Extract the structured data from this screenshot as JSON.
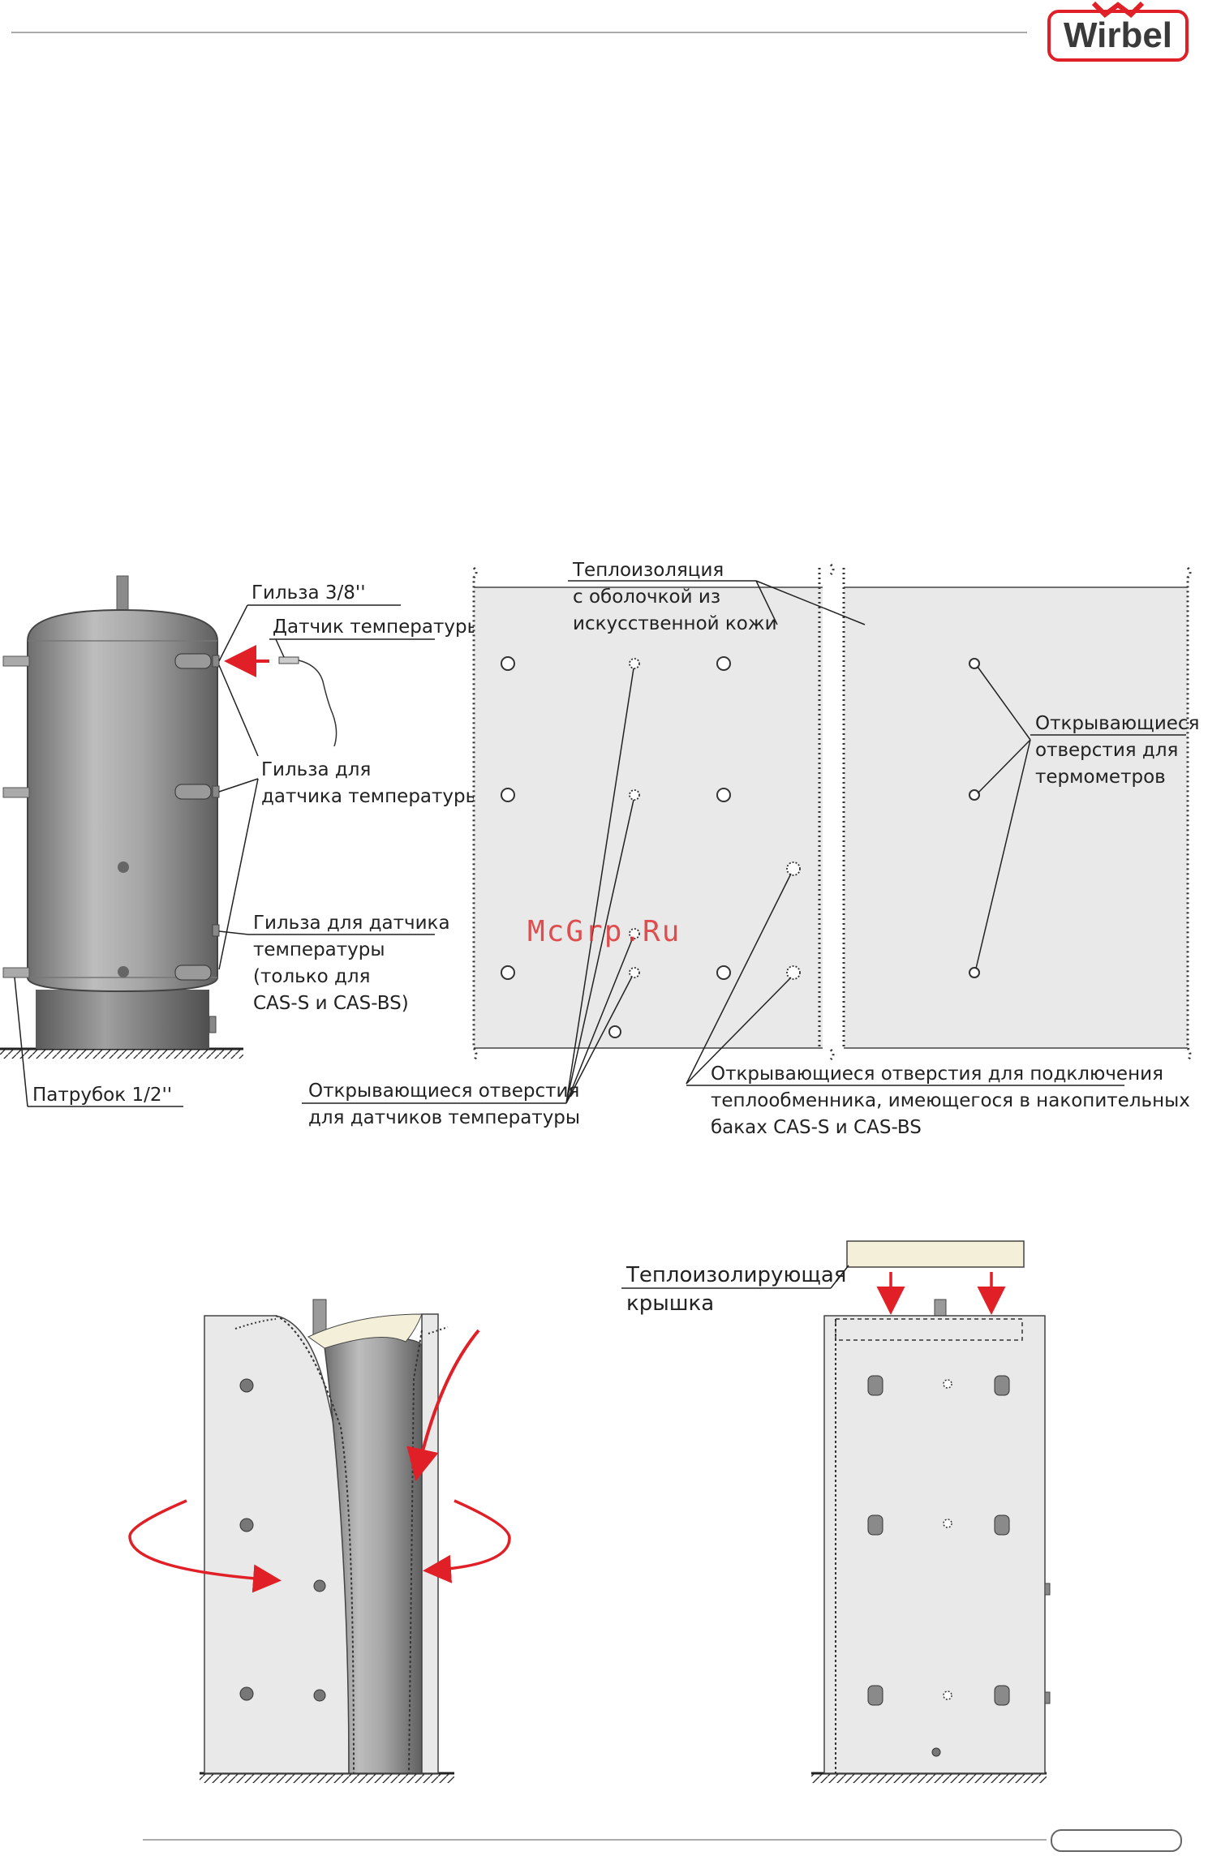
{
  "header": {
    "logo_text": "Wirbel"
  },
  "colors": {
    "accent": "#e01f26",
    "panel": "#e9e9e9",
    "tank": "#9a9a9a"
  },
  "diagram_top": {
    "labels": {
      "sleeve_3_8": "Гильза 3/8''",
      "temp_sensor": "Датчик температуры",
      "sleeve_sensor": [
        "Гильза для",
        "датчика температуры"
      ],
      "sleeve_sensor_cas": [
        "Гильза для датчика",
        "температуры",
        "(только для",
        "CAS-S и CAS-BS)"
      ],
      "nozzle": "Патрубок 1/2''",
      "insulation": [
        "Теплоизоляция",
        "с оболочкой из",
        "искусственной кожи"
      ],
      "thermometer_holes": [
        "Открывающиеся",
        "отверстия для",
        "термометров"
      ],
      "sensor_holes": [
        "Открывающиеся отверстия",
        "для датчиков температуры"
      ],
      "exchanger_holes": [
        "Открывающиеся отверстия для подключения",
        "теплообменника, имеющегося в накопительных",
        "баках CAS-S и CAS-BS"
      ]
    }
  },
  "diagram_bottom": {
    "labels": {
      "cover": [
        "Теплоизолирующая",
        "крышка"
      ]
    }
  },
  "watermark": "McGrp.Ru"
}
